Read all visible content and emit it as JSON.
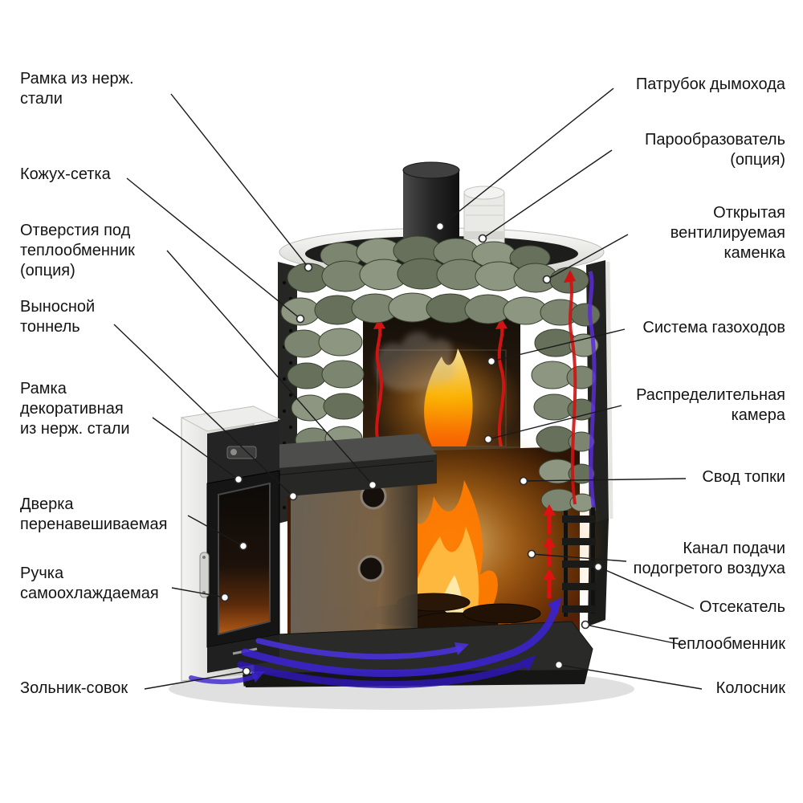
{
  "diagram": {
    "labels_left": [
      "Рамка из нерж.\nстали",
      "Кожух-сетка",
      "Отверстия под\nтеплообменник\n(опция)",
      "Выносной\nтоннель",
      "Рамка\nдекоративная\nиз нерж. стали",
      "Дверка\nперенавешиваемая",
      "Ручка\nсамоохлаждаемая",
      "Зольник-совок"
    ],
    "labels_right": [
      "Патрубок дымохода",
      "Парообразователь\n(опция)",
      "Открытая\nвентилируемая\nкаменка",
      "Система газоходов",
      "Распределительная\nкамера",
      "Свод топки",
      "Канал подачи\nподогретого воздуха",
      "Отсекатель",
      "Теплообменник",
      "Колосник"
    ],
    "colors": {
      "label_text": "#141414",
      "leader_line": "#1a1a1a",
      "stones_green": "#7b8570",
      "flame_orange": "#ff8c00",
      "cold_airflow_blue": "#3a22cf",
      "hot_airflow_red": "#d01414",
      "stainless_steel": "#e9e9e7",
      "stove_body": "#262624"
    }
  }
}
